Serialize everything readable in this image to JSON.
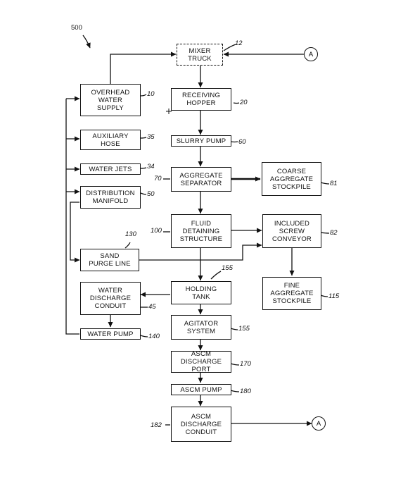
{
  "figure_number": "500",
  "connector_label": "A",
  "boxes": {
    "mixer_truck": "MIXER\nTRUCK",
    "overhead_water_supply": "OVERHEAD\nWATER\nSUPPLY",
    "receiving_hopper": "RECEIVING\nHOPPER",
    "auxiliary_hose": "AUXILIARY\nHOSE",
    "slurry_pump": "SLURRY PUMP",
    "water_jets": "WATER JETS",
    "aggregate_separator": "AGGREGATE\nSEPARATOR",
    "coarse_aggregate_stockpile": "COARSE\nAGGREGATE\nSTOCKPILE",
    "distribution_manifold": "DISTRIBUTION\nMANIFOLD",
    "fluid_detaining_structure": "FLUID\nDETAINING\nSTRUCTURE",
    "included_screw_conveyor": "INCLUDED\nSCREW\nCONVEYOR",
    "sand_purge_line": "SAND\nPURGE LINE",
    "water_discharge_conduit": "WATER\nDISCHARGE\nCONDUIT",
    "holding_tank": "HOLDING\nTANK",
    "fine_aggregate_stockpile": "FINE\nAGGREGATE\nSTOCKPILE",
    "water_pump": "WATER PUMP",
    "agitator_system": "AGITATOR\nSYSTEM",
    "ascm_discharge_port": "ASCM DISCHARGE\nPORT",
    "ascm_pump": "ASCM PUMP",
    "ascm_discharge_conduit": "ASCM\nDISCHARGE\nCONDUIT"
  },
  "refs": {
    "mixer_truck": "12",
    "overhead_water_supply": "10",
    "receiving_hopper": "20",
    "auxiliary_hose": "35",
    "slurry_pump": "60",
    "water_jets": "34",
    "aggregate_separator": "70",
    "coarse_aggregate_stockpile": "81",
    "distribution_manifold": "50",
    "fluid_detaining_structure": "100",
    "included_screw_conveyor": "82",
    "sand_purge_line": "130",
    "water_discharge_conduit": "45",
    "holding_tank": "155",
    "fine_aggregate_stockpile": "115",
    "water_pump": "140",
    "agitator_system": "155",
    "ascm_discharge_port": "170",
    "ascm_pump": "180",
    "ascm_discharge_conduit": "182"
  }
}
